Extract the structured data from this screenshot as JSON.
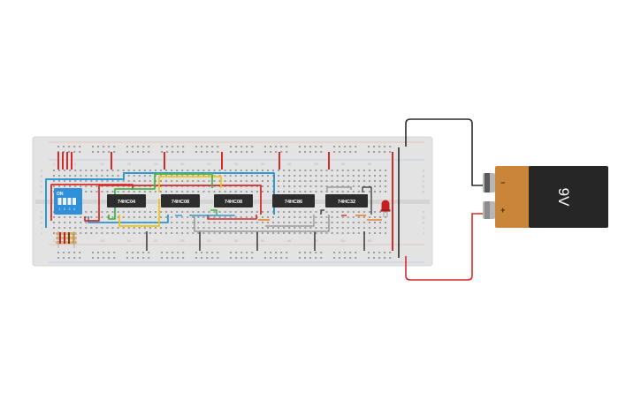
{
  "breadboard": {
    "column_numbers": [
      "1",
      "5",
      "10",
      "15",
      "20",
      "25",
      "30",
      "35",
      "40",
      "45",
      "50",
      "55",
      "60"
    ],
    "row_letters_top": [
      "A",
      "B",
      "C",
      "D",
      "E"
    ],
    "row_letters_bottom": [
      "F",
      "G",
      "H",
      "I",
      "J"
    ]
  },
  "dip_switch": {
    "on_label": "ON",
    "numbers": [
      "1",
      "2",
      "3",
      "4"
    ]
  },
  "chips": [
    {
      "label": "74HC04"
    },
    {
      "label": "74HC08"
    },
    {
      "label": "74HC08"
    },
    {
      "label": "74HC86"
    },
    {
      "label": "74HC32"
    }
  ],
  "battery": {
    "label": "9V",
    "minus_sign": "−",
    "plus_sign": "+"
  },
  "colors": {
    "board": "#e3e3e3",
    "chip": "#2d2d2d",
    "switch": "#2f8fd8",
    "battery_body": "#262626",
    "battery_copper": "#c98538",
    "wire_red": "#d62b2b",
    "wire_black": "#2b2b2b",
    "wire_blue": "#2f97d4",
    "wire_yellow": "#f0c419",
    "wire_green": "#49b44a",
    "wire_gray": "#9a9a9a",
    "wire_orange": "#e8832a",
    "led": "#c42020"
  }
}
